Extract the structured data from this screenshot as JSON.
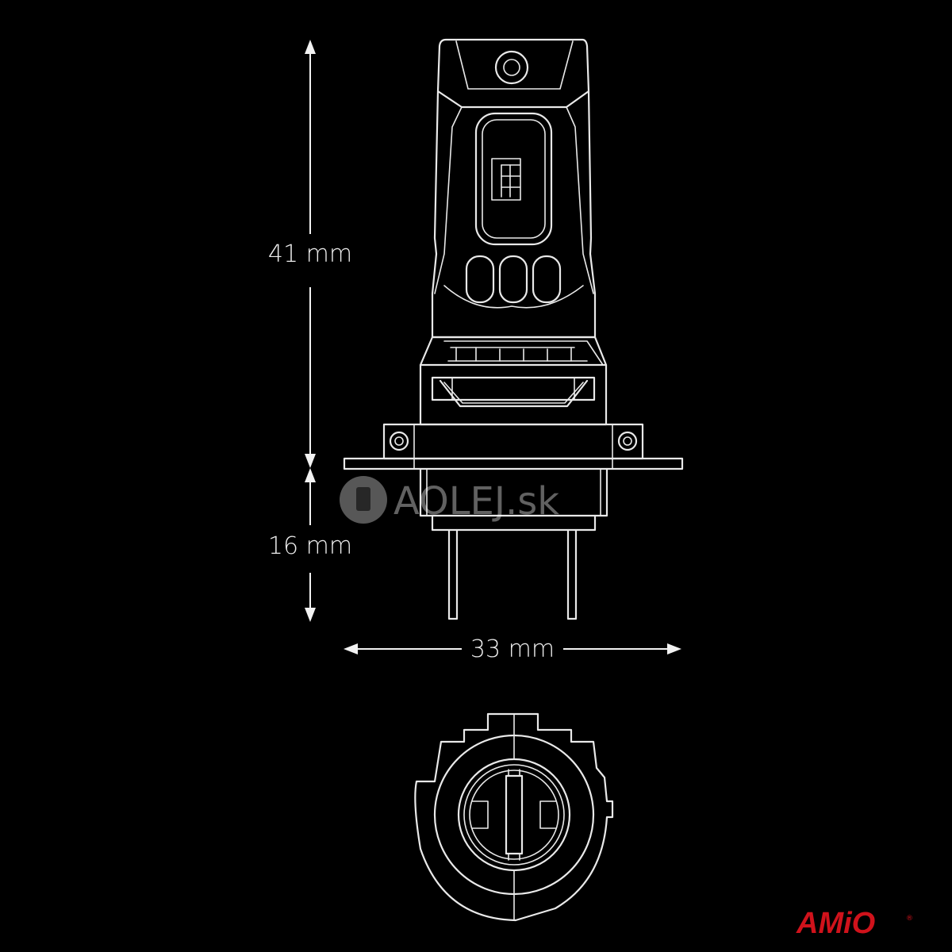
{
  "dimensions": {
    "height_total": "41 mm",
    "height_base": "16 mm",
    "width": "33 mm"
  },
  "watermark": {
    "text": "AOLEJ.sk",
    "icon": "oil-drum-icon"
  },
  "brand": {
    "logo_text": "AMiO",
    "registered_mark": "®",
    "color": "#d0121b"
  },
  "colors": {
    "background": "#000000",
    "line": "#e9e9e9"
  }
}
